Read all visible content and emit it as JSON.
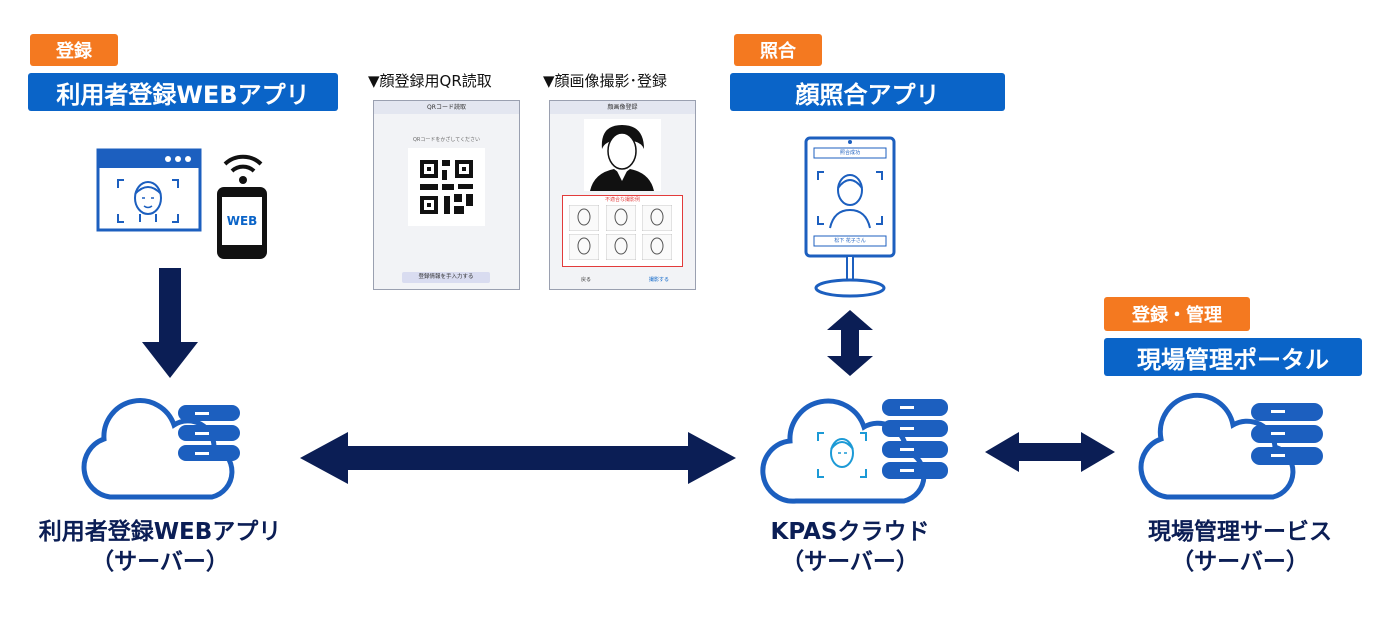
{
  "left_app": {
    "tag": "登録",
    "title": "利用者登録WEBアプリ",
    "phone_label": "WEB",
    "server_line1": "利用者登録WEBアプリ",
    "server_line2": "（サーバー）"
  },
  "screens": {
    "qr": {
      "caption": "▼顔登録用QR読取",
      "header": "QRコード読取",
      "instruction": "QRコードをかざしてください",
      "button": "登録情報を手入力する"
    },
    "photo": {
      "caption": "▼顔画像撮影･登録",
      "header": "顔画像登録",
      "guide_title": "不適合な撮影例",
      "back": "戻る",
      "register": "撮影する"
    }
  },
  "center_app": {
    "tag": "照合",
    "title": "顔照合アプリ",
    "tablet_header": "照合成功",
    "tablet_name": "松下 花子さん",
    "server_line1": "KPASクラウド",
    "server_line2": "（サーバー）"
  },
  "right_app": {
    "tag": "登録・管理",
    "title": "現場管理ポータル",
    "server_line1": "現場管理サービス",
    "server_line2": "（サーバー）"
  },
  "colors": {
    "navy": "#0b1e55",
    "blue": "#0a64c8",
    "orange": "#f47920",
    "line_blue": "#1c5fbf"
  }
}
